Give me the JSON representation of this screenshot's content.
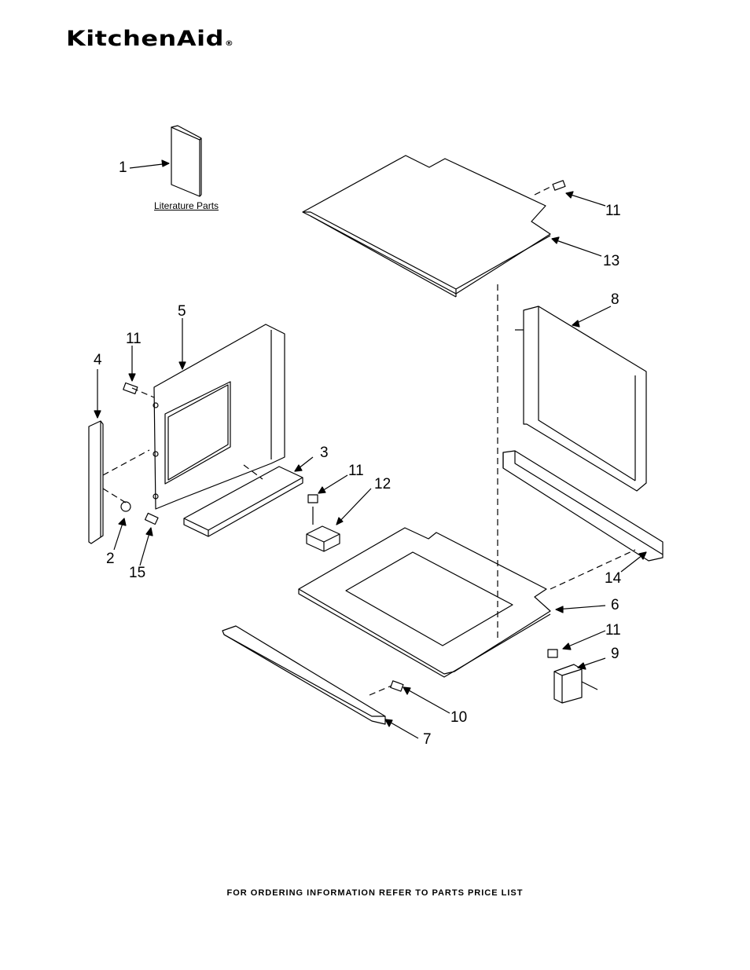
{
  "brand": {
    "name": "KitchenAid",
    "registered_mark": "®"
  },
  "literature_label": "Literature Parts",
  "callouts": [
    {
      "id": "c1",
      "text": "1"
    },
    {
      "id": "c11a",
      "text": "11"
    },
    {
      "id": "c13",
      "text": "13"
    },
    {
      "id": "c5",
      "text": "5"
    },
    {
      "id": "c8",
      "text": "8"
    },
    {
      "id": "c11b",
      "text": "11"
    },
    {
      "id": "c4",
      "text": "4"
    },
    {
      "id": "c3",
      "text": "3"
    },
    {
      "id": "c11c",
      "text": "11"
    },
    {
      "id": "c12",
      "text": "12"
    },
    {
      "id": "c2",
      "text": "2"
    },
    {
      "id": "c15",
      "text": "15"
    },
    {
      "id": "c14",
      "text": "14"
    },
    {
      "id": "c6",
      "text": "6"
    },
    {
      "id": "c11d",
      "text": "11"
    },
    {
      "id": "c9",
      "text": "9"
    },
    {
      "id": "c10",
      "text": "10"
    },
    {
      "id": "c7",
      "text": "7"
    }
  ],
  "footer": "FOR ORDERING INFORMATION REFER TO PARTS PRICE LIST"
}
